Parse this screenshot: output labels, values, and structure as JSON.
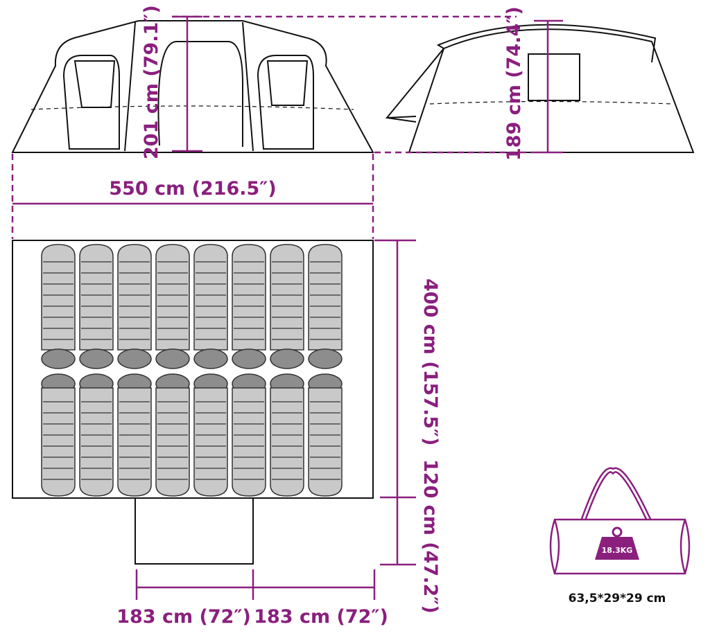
{
  "colors": {
    "dimension": "#8a1f7e",
    "outline": "#111111",
    "bag_fill": "#c9c9c9",
    "bag_head": "#8d8d8d",
    "background": "#ffffff"
  },
  "dimensions": {
    "tent_height": "201 cm (79.1″)",
    "side_height": "189 cm (74.4″)",
    "tent_length": "550 cm (216.5″)",
    "floor_depth": "400 cm (157.5″)",
    "vestibule_depth": "120 cm (47.2″)",
    "vestibule_width_left": "183 cm (72″)",
    "vestibule_width_right": "183 cm (72″)"
  },
  "package": {
    "weight_label": "18.3KG",
    "size_label": "63,5*29*29 cm"
  },
  "sleeping_bags": {
    "columns": 8,
    "rows": 2
  },
  "icons": [
    "weight-icon",
    "carry-bag-icon",
    "sleeping-bag-icon"
  ]
}
